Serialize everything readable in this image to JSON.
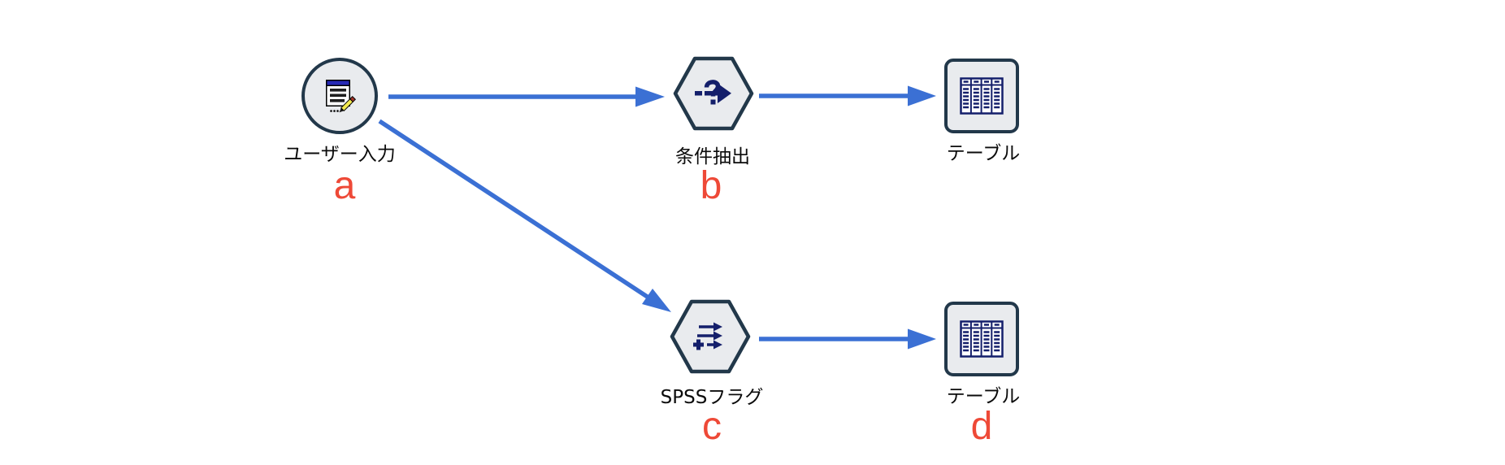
{
  "colors": {
    "arrow": "#3b70d4",
    "node-border": "#22384a",
    "node-fill": "#e9ebee",
    "icon-navy": "#141f6b",
    "letter-red": "#ee4937",
    "label-text": "#0b0b0b",
    "canvas-bg": "#ffffff"
  },
  "diagram": {
    "nodes": [
      {
        "id": "user-input",
        "shape": "circle",
        "label": "ユーザー入力",
        "letter": "a",
        "icon": "user-input-form-icon"
      },
      {
        "id": "select",
        "shape": "hexagon",
        "label": "条件抽出",
        "letter": "b",
        "icon": "select-question-arrow-icon"
      },
      {
        "id": "table-top",
        "shape": "rounded-square",
        "label": "テーブル",
        "letter": "",
        "icon": "table-grid-icon"
      },
      {
        "id": "derive-flag",
        "shape": "hexagon",
        "label": "SPSSフラグ",
        "letter": "c",
        "icon": "derive-arrows-plus-icon"
      },
      {
        "id": "table-bottom",
        "shape": "rounded-square",
        "label": "テーブル",
        "letter": "d",
        "icon": "table-grid-icon"
      }
    ],
    "connections": [
      {
        "from": "user-input",
        "to": "select"
      },
      {
        "from": "select",
        "to": "table-top"
      },
      {
        "from": "user-input",
        "to": "derive-flag"
      },
      {
        "from": "derive-flag",
        "to": "table-bottom"
      }
    ]
  }
}
